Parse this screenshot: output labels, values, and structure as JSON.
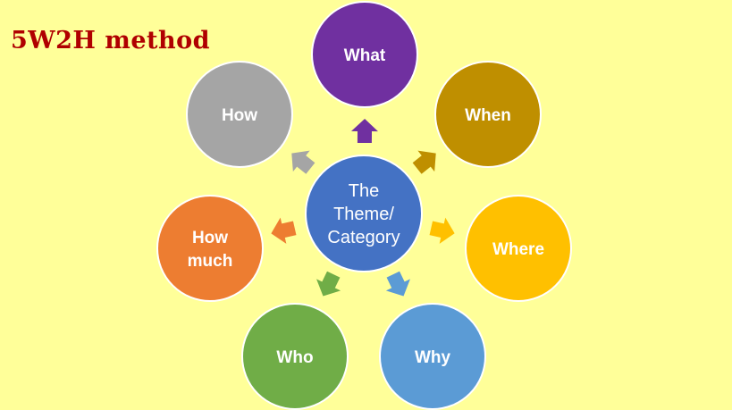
{
  "title": "5W2H method",
  "center": {
    "lines": [
      "The",
      "Theme/",
      "Category"
    ],
    "color": "#4472C4"
  },
  "nodes": [
    {
      "id": "what",
      "lines": [
        "What"
      ],
      "color": "#7030A0"
    },
    {
      "id": "when",
      "lines": [
        "When"
      ],
      "color": "#BF8F00"
    },
    {
      "id": "where",
      "lines": [
        "Where"
      ],
      "color": "#FFC000"
    },
    {
      "id": "why",
      "lines": [
        "Why"
      ],
      "color": "#5B9BD5"
    },
    {
      "id": "who",
      "lines": [
        "Who"
      ],
      "color": "#70AD47"
    },
    {
      "id": "how-much",
      "lines": [
        "How",
        "much"
      ],
      "color": "#ED7D31"
    },
    {
      "id": "how",
      "lines": [
        "How"
      ],
      "color": "#A5A5A5"
    }
  ]
}
